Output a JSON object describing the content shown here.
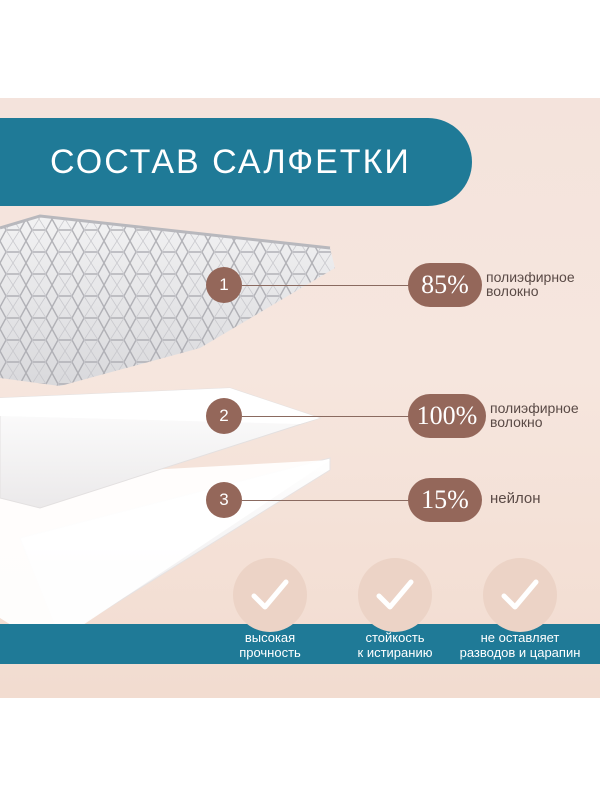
{
  "title": "СОСТАВ САЛФЕТКИ",
  "layers": [
    {
      "number": "1",
      "percent": "85%",
      "desc_line1": "полиэфирное",
      "desc_line2": "волокно"
    },
    {
      "number": "2",
      "percent": "100%",
      "desc_line1": "полиэфирное",
      "desc_line2": "волокно"
    },
    {
      "number": "3",
      "percent": "15%",
      "desc_line1": "нейлон",
      "desc_line2": ""
    }
  ],
  "features": [
    {
      "line1": "высокая",
      "line2": "прочность",
      "icon": "check-icon"
    },
    {
      "line1": "стойкость",
      "line2": "к истиранию",
      "icon": "check-icon"
    },
    {
      "line1": "не оставляет",
      "line2": "разводов и царапин",
      "icon": "check-icon"
    }
  ],
  "colors": {
    "accent_blue": "#1f7a97",
    "accent_brown": "#94675a",
    "background": "#f4e3dc",
    "circle": "#ecd3c6"
  }
}
